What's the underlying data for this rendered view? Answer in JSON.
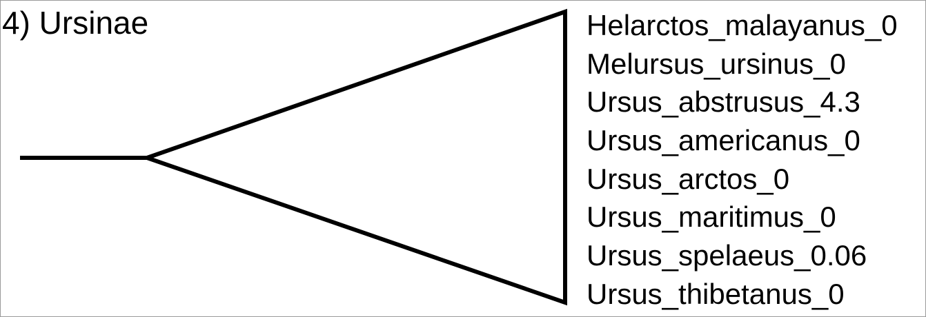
{
  "clade": {
    "title": "4) Ursinae"
  },
  "colors": {
    "line": "#000000",
    "text": "#000000",
    "background": "#ffffff",
    "border": "#9a9a9a"
  },
  "taxa": [
    "Helarctos_malayanus_0",
    "Melursus_ursinus_0",
    "Ursus_abstrusus_4.3",
    "Ursus_americanus_0",
    "Ursus_arctos_0",
    "Ursus_maritimus_0",
    "Ursus_spelaeus_0.06",
    "Ursus_thibetanus_0"
  ]
}
